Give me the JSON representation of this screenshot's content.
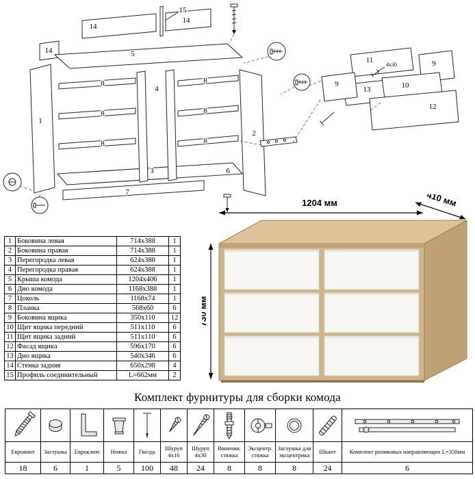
{
  "exploded": {
    "labels": [
      "15",
      "14",
      "14",
      "14",
      "5",
      "1",
      "4",
      "3",
      "2",
      "6",
      "7",
      "8",
      "8",
      "8",
      "8",
      "8",
      "8",
      "11",
      "4x30",
      "9",
      "9",
      "13",
      "10",
      "12"
    ]
  },
  "dimensions": {
    "width": "1204 мм",
    "depth": "410 мм",
    "height": "730 мм"
  },
  "parts_table": {
    "rows": [
      {
        "num": "1",
        "name": "Боковина левая",
        "size": "714x388",
        "qty": "1"
      },
      {
        "num": "2",
        "name": "Боковина правая",
        "size": "714x388",
        "qty": "1"
      },
      {
        "num": "3",
        "name": "Перегородка левая",
        "size": "624x388",
        "qty": "1"
      },
      {
        "num": "4",
        "name": "Перегородка правая",
        "size": "624x388",
        "qty": "1"
      },
      {
        "num": "5",
        "name": "Крыша комода",
        "size": "1204x406",
        "qty": "1"
      },
      {
        "num": "6",
        "name": "Дно комода",
        "size": "1168x388",
        "qty": "1"
      },
      {
        "num": "7",
        "name": "Цоколь",
        "size": "1168x74",
        "qty": "1"
      },
      {
        "num": "8",
        "name": "Планка",
        "size": "568x60",
        "qty": "6"
      },
      {
        "num": "9",
        "name": "Боковина ящика",
        "size": "350x110",
        "qty": "12"
      },
      {
        "num": "10",
        "name": "Щит ящика передний",
        "size": "511x110",
        "qty": "6"
      },
      {
        "num": "11",
        "name": "Щит ящика задний",
        "size": "511x110",
        "qty": "6"
      },
      {
        "num": "12",
        "name": "Фасад ящика",
        "size": "596x170",
        "qty": "6"
      },
      {
        "num": "13",
        "name": "Дно ящика",
        "size": "540x346",
        "qty": "6"
      },
      {
        "num": "14",
        "name": "Стенка задняя",
        "size": "650x298",
        "qty": "4"
      },
      {
        "num": "15",
        "name": "Профиль соединительный",
        "size": "L=662мм",
        "qty": "2"
      }
    ]
  },
  "hardware": {
    "title": "Комплект фурнитуры для сборки комода",
    "items": [
      {
        "name": "Евровинт",
        "qty": "18",
        "icon": "euroscrew-icon"
      },
      {
        "name": "Заглушка",
        "qty": "6",
        "icon": "cap-icon"
      },
      {
        "name": "Евроключ",
        "qty": "1",
        "icon": "hexkey-icon"
      },
      {
        "name": "Ножка",
        "qty": "5",
        "icon": "leg-icon"
      },
      {
        "name": "Гвоздь",
        "qty": "100",
        "icon": "nail-icon"
      },
      {
        "name": "Шуруп 4x16",
        "qty": "48",
        "icon": "screw-short-icon"
      },
      {
        "name": "Шуруп 4x30",
        "qty": "24",
        "icon": "screw-long-icon"
      },
      {
        "name": "Ввинчив. стяжка",
        "qty": "8",
        "icon": "dowel-screw-icon"
      },
      {
        "name": "Эксцентр. стяжка",
        "qty": "8",
        "icon": "cam-lock-icon"
      },
      {
        "name": "Заглушка для эксцентрика",
        "qty": "8",
        "icon": "cam-cap-icon"
      },
      {
        "name": "Шкант",
        "qty": "24",
        "icon": "dowel-icon"
      },
      {
        "name": "Комплект роликовых направляющих L=350мм",
        "qty": "6",
        "icon": "slide-rail-icon"
      }
    ]
  }
}
